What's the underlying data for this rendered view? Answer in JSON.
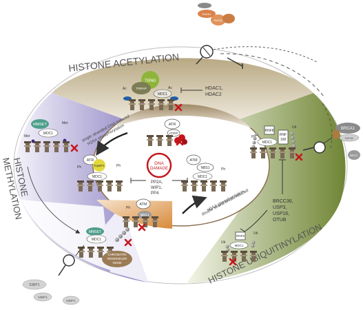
{
  "sections": {
    "acetylation": "HISTONE ACETYLATION",
    "methylation_l1": "HISTONE",
    "methylation_l2": "METHYLATION",
    "ubiquitinylation": "HISTONE UBIQUITINYLATION"
  },
  "proteins": {
    "rad51": "RAD51",
    "tip60": "TIP60",
    "trrap": "TRRAP",
    "mdc1": "MDC1",
    "mmset": "MMSET",
    "atr": "ATR",
    "atrip": "ATRIP",
    "topbp1": "TopBP1",
    "atm": "ATM",
    "nbs1": "NBS1",
    "rnf8": "RNF8",
    "rnf168_l1": "RNF",
    "rnf168_l2": "168",
    "brca1": "BRCA1",
    "rap80": "RAP80",
    "brcc": "BRCC",
    "remodeler_l1": "CHROMATIN",
    "remodeler_l2": "REMODELER",
    "remodeler_l3": "INO80",
    "p53bp1": "53BP1"
  },
  "marks": {
    "ac": "Ac",
    "met": "Met",
    "ph": "Ph",
    "ub": "Ub"
  },
  "labels": {
    "hdac_l1": "HDAC1,",
    "hdac_l2": "HDAC2",
    "ssdna_l1": "single stranded DNA induced",
    "ssdna_l2": "H2AX phosphorylation",
    "dsb_l1": "H2AX phosphorylation",
    "dsb_l2": "double strand break induced",
    "dna_l1": "DNA",
    "dna_l2": "DAMAGE",
    "pp2a_l1": "PP2A,",
    "pp2a_l2": "WIP1,",
    "pp2a_l3": "PP4",
    "dub_l1": "BRCC36,",
    "dub_l2": "USP3,",
    "dub_l3": "USP16,",
    "dub_l4": "OTUB"
  },
  "colors": {
    "acetylation": "#cfc2a6",
    "methylation": "#9a8fc8",
    "ubiquitinylation": "#8a9b4a",
    "tip60": "#8fb43a",
    "mmset": "#4e9f8a",
    "damage": "#c4161c",
    "block": "#c4161c"
  }
}
